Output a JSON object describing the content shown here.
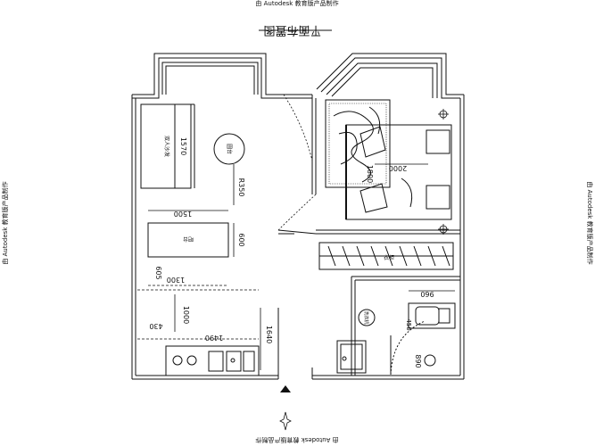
{
  "watermark": {
    "top": "由 Autodesk 教育版产品制作",
    "bottom": "由 Autodesk 教育版产品制作",
    "left": "由 Autodesk 教育版产品制作",
    "right": "由 Autodesk 教育版产品制作"
  },
  "title": "平面布置图",
  "dimensions": {
    "sofa_length": "1570",
    "sofa_label": "双人沙发",
    "round_table_label": "圆台",
    "radius": "R350",
    "counter_top": "1500",
    "counter_height": "600",
    "counter_label": "吧台",
    "counter_left": "605",
    "table_width": "1300",
    "table_depth": "1000",
    "left_small": "430",
    "kitchen_width": "1490",
    "kitchen_depth": "1640",
    "bed_width": "1800",
    "bed_length": "2000",
    "wardrobe_label": "衣柜",
    "bath_width": "960",
    "washer_label": "洗衣机",
    "shower_label": "450",
    "door_dim": "890"
  }
}
